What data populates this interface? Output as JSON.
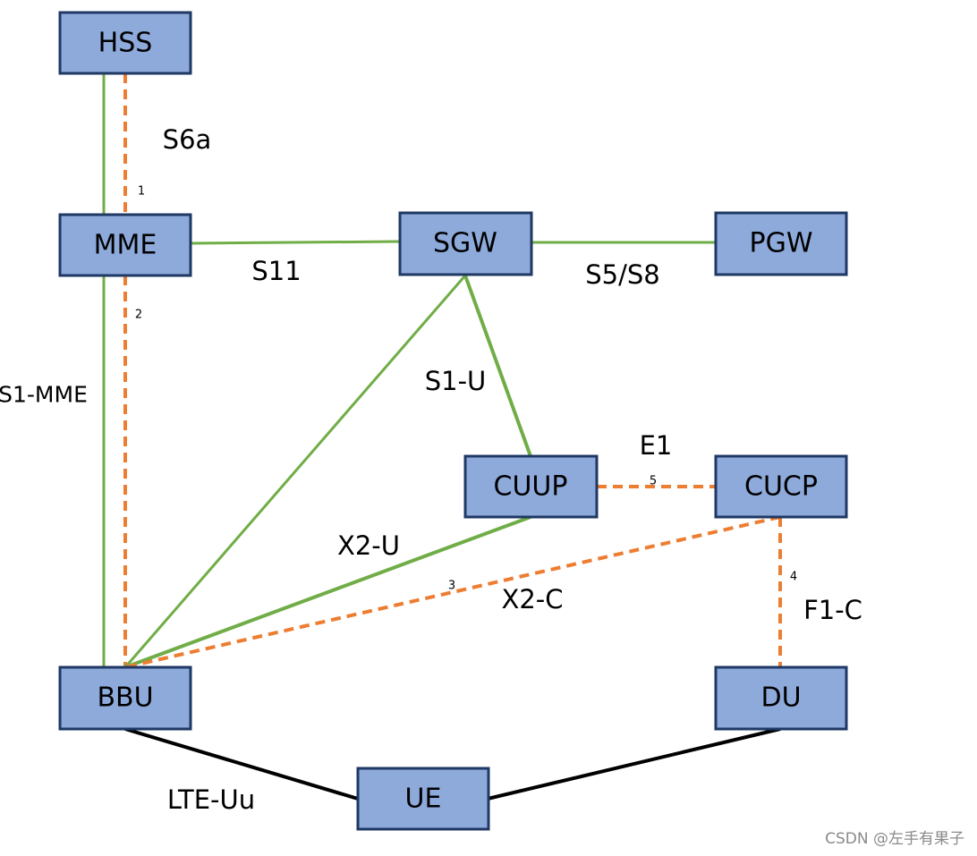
{
  "colors": {
    "node_fill": "#8eaadb",
    "node_border": "#1f3864",
    "user_plane": "#70ad47",
    "control_plane": "#ed7d31",
    "radio": "#000000"
  },
  "nodes": {
    "hss": "HSS",
    "mme": "MME",
    "sgw": "SGW",
    "pgw": "PGW",
    "cuup": "CUUP",
    "cucp": "CUCP",
    "bbu": "BBU",
    "du": "DU",
    "ue": "UE"
  },
  "interfaces": {
    "s6a": "S6a",
    "s11": "S11",
    "s5s8": "S5/S8",
    "s1mme": "S1-MME",
    "s1u": "S1-U",
    "e1": "E1",
    "x2u": "X2-U",
    "x2c": "X2-C",
    "f1c": "F1-C",
    "lteuu": "LTE-Uu"
  },
  "numbers": {
    "n1": "1",
    "n2": "2",
    "n3": "3",
    "n4": "4",
    "n5": "5"
  },
  "watermark": "CSDN @左手有果子"
}
